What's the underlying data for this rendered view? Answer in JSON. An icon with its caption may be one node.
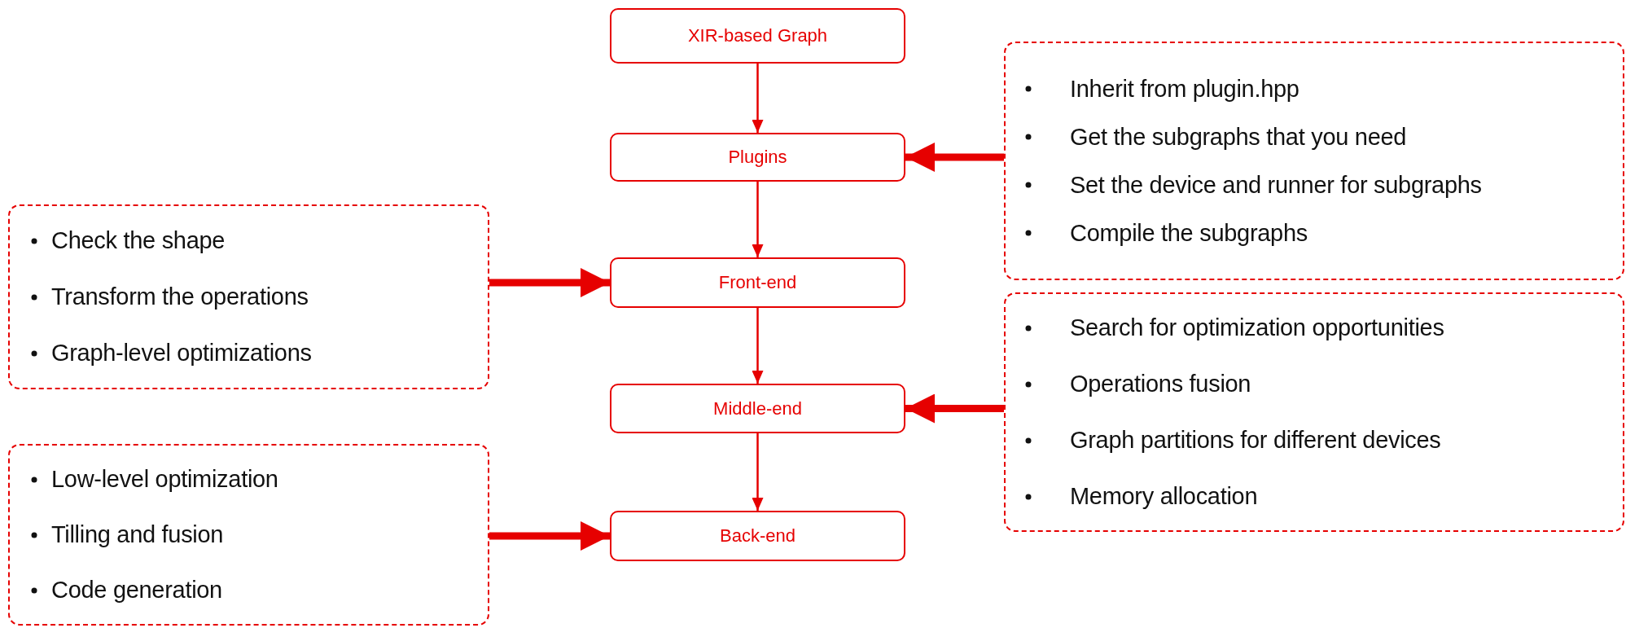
{
  "diagram": {
    "nodes": [
      {
        "text": [
          "XIR-based Graph"
        ]
      },
      {
        "text": [
          "Inherit from plugin.hpp",
          "Get the subgraphs that you need",
          "Set the device and runner for subgraphs",
          "Compile the subgraphs"
        ]
      },
      {
        "text": [
          "Plugins"
        ]
      },
      {
        "text": [
          "Check the shape",
          "Transform the operations",
          "Graph-level optimizations"
        ]
      },
      {
        "text": [
          "Front-end"
        ]
      },
      {
        "text": [
          "Search for optimization opportunities",
          "Operations fusion",
          "Graph partitions for different devices",
          "Memory allocation"
        ]
      },
      {
        "text": [
          "Middle-end"
        ]
      },
      {
        "text": [
          "Low-level optimization",
          "Tilling and fusion",
          "Code generation"
        ]
      },
      {
        "text": [
          "Back-end"
        ]
      }
    ],
    "edges": [
      {
        "from": 0,
        "to": 2,
        "arrow": "to"
      },
      {
        "from": 2,
        "to": 4,
        "arrow": "to"
      },
      {
        "from": 4,
        "to": 6,
        "arrow": "to"
      },
      {
        "from": 6,
        "to": 8,
        "arrow": "to"
      },
      {
        "from": 1,
        "to": 2,
        "arrow": "to",
        "style": "thick"
      },
      {
        "from": 3,
        "to": 4,
        "arrow": "to",
        "style": "thick"
      },
      {
        "from": 5,
        "to": 6,
        "arrow": "to",
        "style": "thick"
      },
      {
        "from": 7,
        "to": 8,
        "arrow": "to",
        "style": "thick"
      }
    ]
  }
}
